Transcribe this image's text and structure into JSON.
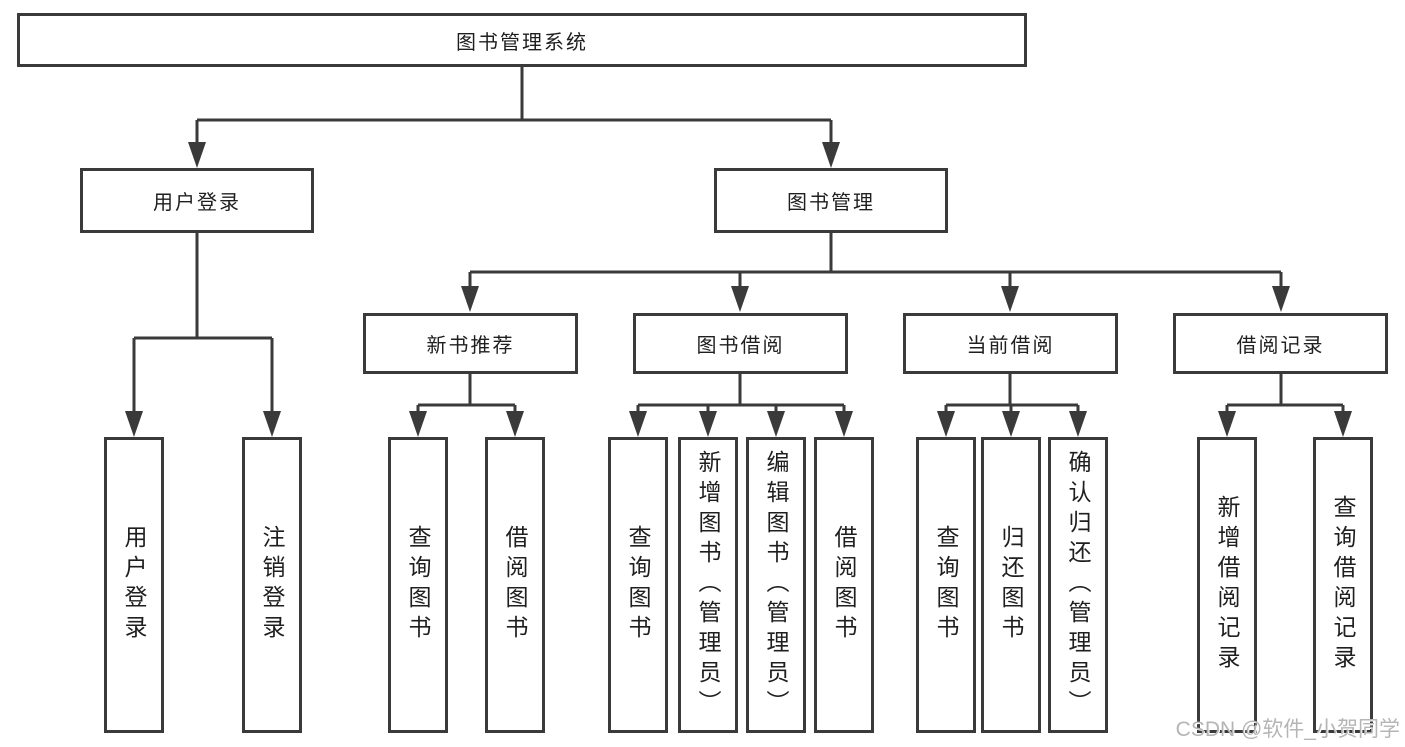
{
  "diagram": {
    "title": "图书管理系统",
    "tree": {
      "root": {
        "label": "图书管理系统"
      },
      "user_login": {
        "label": "用户登录",
        "children": [
          "用户登录",
          "注销登录"
        ]
      },
      "book_management": {
        "label": "图书管理",
        "children": {
          "new_book_recommend": {
            "label": "新书推荐",
            "children": [
              "查询图书",
              "借阅图书"
            ]
          },
          "book_borrowing": {
            "label": "图书借阅",
            "children": [
              "查询图书",
              "新增图书（管理员）",
              "编辑图书（管理员）",
              "借阅图书"
            ]
          },
          "current_borrowing": {
            "label": "当前借阅",
            "children": [
              "查询图书",
              "归还图书",
              "确认归还（管理员）"
            ]
          },
          "borrowing_records": {
            "label": "借阅记录",
            "children": [
              "新增借阅记录",
              "查询借阅记录"
            ]
          }
        }
      }
    },
    "colors": {
      "line": "#3a3a3a",
      "text": "#1f1f1f",
      "background": "#ffffff",
      "watermark": "#b5b5b5"
    }
  },
  "watermark": "CSDN @软件_小贺同学"
}
